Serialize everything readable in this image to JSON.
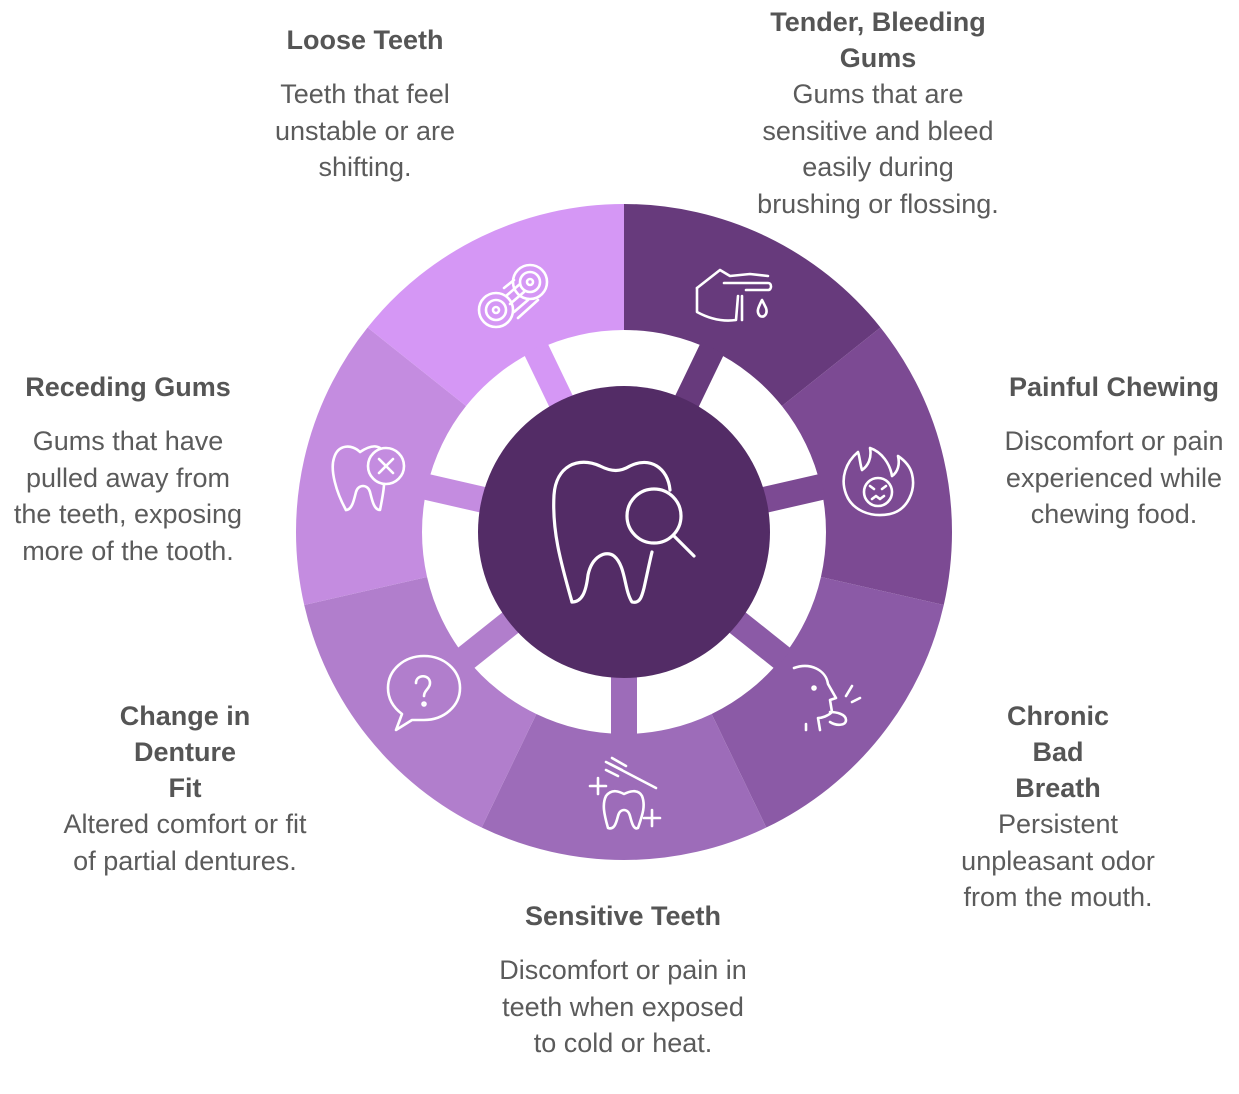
{
  "center": {
    "icon": "tooth-magnifier-icon"
  },
  "segments": [
    {
      "id": "tender-bleeding-gums",
      "title": "Tender, Bleeding Gums",
      "description": "Gums that are sensitive and bleed easily during brushing or flossing.",
      "color": "#673a7c",
      "icon": "finger-drop-icon"
    },
    {
      "id": "painful-chewing",
      "title": "Painful Chewing",
      "description": "Discomfort or pain experienced while chewing food.",
      "color": "#7c4a93",
      "icon": "angry-face-flame-icon"
    },
    {
      "id": "chronic-bad-breath",
      "title": "Chronic Bad Breath",
      "description": "Persistent unpleasant odor from the mouth.",
      "color": "#8b5aa6",
      "icon": "face-breath-icon"
    },
    {
      "id": "sensitive-teeth",
      "title": "Sensitive Teeth",
      "description": "Discomfort or pain in teeth when exposed to cold or heat.",
      "color": "#9d6cb9",
      "icon": "tooth-brush-sparkle-icon"
    },
    {
      "id": "change-in-denture-fit",
      "title": "Change in Denture Fit",
      "description": "Altered comfort or fit of partial dentures.",
      "color": "#b17ecc",
      "icon": "question-bubble-icon"
    },
    {
      "id": "receding-gums",
      "title": "Receding Gums",
      "description": "Gums that have pulled away from the teeth, exposing more of the tooth.",
      "color": "#c48ce0",
      "icon": "tooth-x-icon"
    },
    {
      "id": "loose-teeth",
      "title": "Loose Teeth",
      "description": "Teeth that feel unstable or are shifting.",
      "color": "#d597f5",
      "icon": "rope-coil-icon"
    }
  ],
  "colors": {
    "hub": "#532c66",
    "background": "#ffffff"
  }
}
